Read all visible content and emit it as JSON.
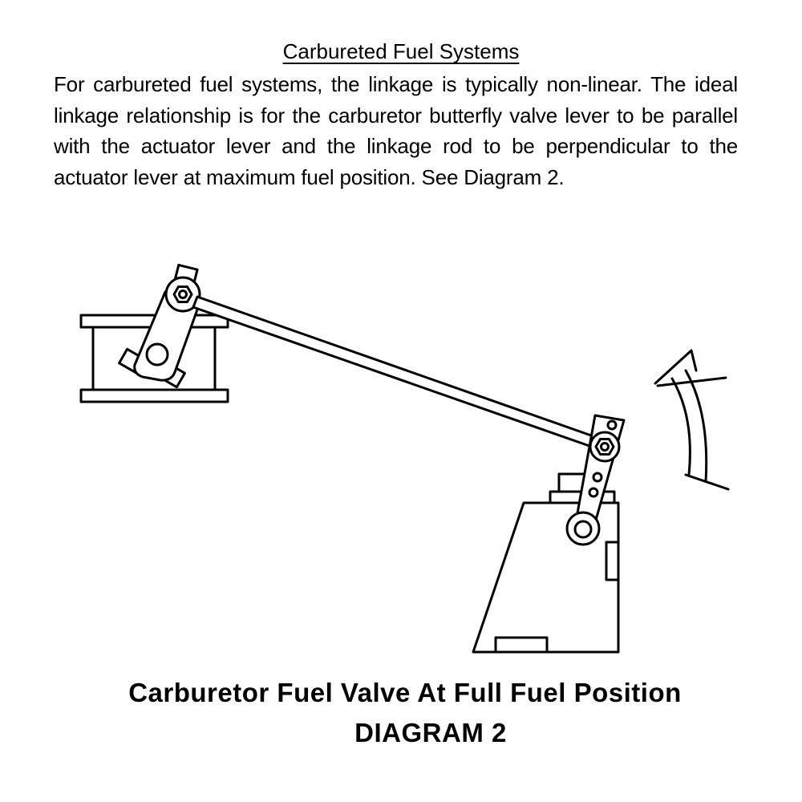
{
  "document": {
    "heading": "Carbureted Fuel Systems",
    "paragraph": "For carbureted fuel systems, the linkage is typically non-linear. The ideal linkage relationship is for the carburetor butterfly valve lever to be parallel with the actuator lever and the linkage rod to be perpendicular to the actuator lever at maximum fuel position. See Diagram 2."
  },
  "figure": {
    "caption_line1": "Carburetor Fuel Valve At Full Fuel Position",
    "caption_line2": "DIAGRAM 2"
  }
}
